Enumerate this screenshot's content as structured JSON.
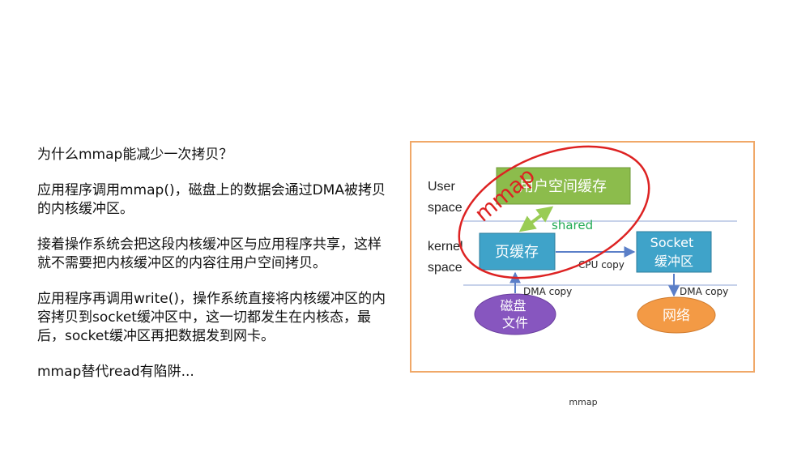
{
  "paragraphs": [
    "为什么mmap能减少一次拷贝？",
    "应用程序调用mmap()，磁盘上的数据会通过DMA被拷贝的内核缓冲区。",
    "接着操作系统会把这段内核缓冲区与应用程序共享，这样就不需要把内核缓冲区的内容往用户空间拷贝。",
    "应用程序再调用write()，操作系统直接将内核缓冲区的内容拷贝到socket缓冲区中，这一切都发生在内核态，最后，socket缓冲区再把数据发到网卡。",
    "mmap替代read有陷阱..."
  ],
  "diagram": {
    "user_space_label": [
      "User",
      "space"
    ],
    "kernel_space_label": [
      "kernel",
      "space"
    ],
    "user_buffer": "用户空间缓存",
    "page_cache": "页缓存",
    "socket_buffer": [
      "Socket",
      "缓冲区"
    ],
    "disk_file": [
      "磁盘",
      "文件"
    ],
    "network": "网络",
    "shared_label": "shared",
    "cpu_copy_label": "CPU copy",
    "dma_copy_left": "DMA copy",
    "dma_copy_right": "DMA copy",
    "mmap_annotation": "mmap"
  },
  "caption": "mmap",
  "colors": {
    "frame_border": "#f0a868",
    "user_buffer_fill": "#8cbc4c",
    "blue_box_fill": "#3fa3c9",
    "disk_fill": "#8756bf",
    "network_fill": "#f39a45",
    "shared_text": "#22aa55",
    "annotation_red": "#dd2222",
    "arrow_blue": "#5b7fc8",
    "arrow_green": "#99cc55"
  }
}
